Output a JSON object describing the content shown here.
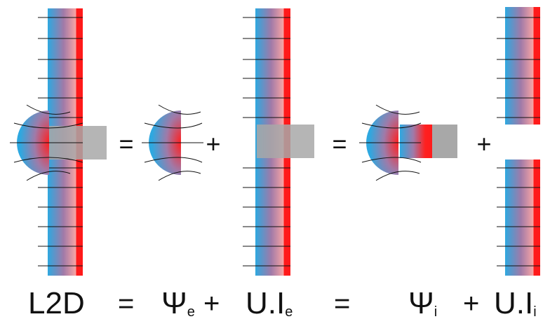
{
  "colors": {
    "bar_left": "#2ea8e0",
    "bar_mid": "#a07aa8",
    "bar_right": "#ff1a1a",
    "bar_pale": "#f7a4a4",
    "contact_block": "#a8a8a8",
    "field_lines": "#111111"
  },
  "diagram_ops": {
    "op1": "=",
    "op2": "+",
    "op3": "=",
    "op4": "+"
  },
  "equation": {
    "lhs": "L2D",
    "eq1": "=",
    "psi_e": "Ψ",
    "psi_e_sub": "e",
    "plus1": "+",
    "u_ie": "U.I",
    "u_ie_sub": "e",
    "eq2": "=",
    "psi_i": "Ψ",
    "psi_i_sub": "i",
    "plus2": "+",
    "u_ii": "U.I",
    "u_ii_sub": "i"
  }
}
